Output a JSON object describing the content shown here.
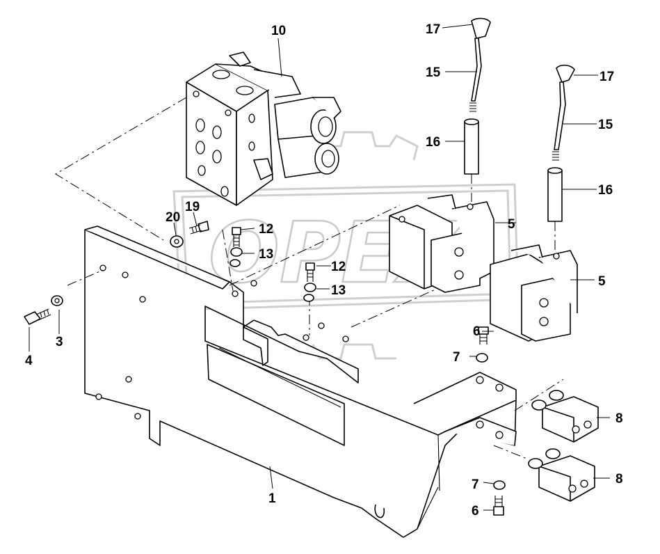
{
  "watermark": {
    "text": "OPEX"
  },
  "callouts": {
    "c1": "1",
    "c3": "3",
    "c4": "4",
    "c5a": "5",
    "c5b": "5",
    "c6a": "6",
    "c6b": "6",
    "c7a": "7",
    "c7b": "7",
    "c8a": "8",
    "c8b": "8",
    "c10": "10",
    "c12a": "12",
    "c12b": "12",
    "c13a": "13",
    "c13b": "13",
    "c15a": "15",
    "c15b": "15",
    "c16a": "16",
    "c16b": "16",
    "c17a": "17",
    "c17b": "17",
    "c19": "19",
    "c20": "20"
  }
}
